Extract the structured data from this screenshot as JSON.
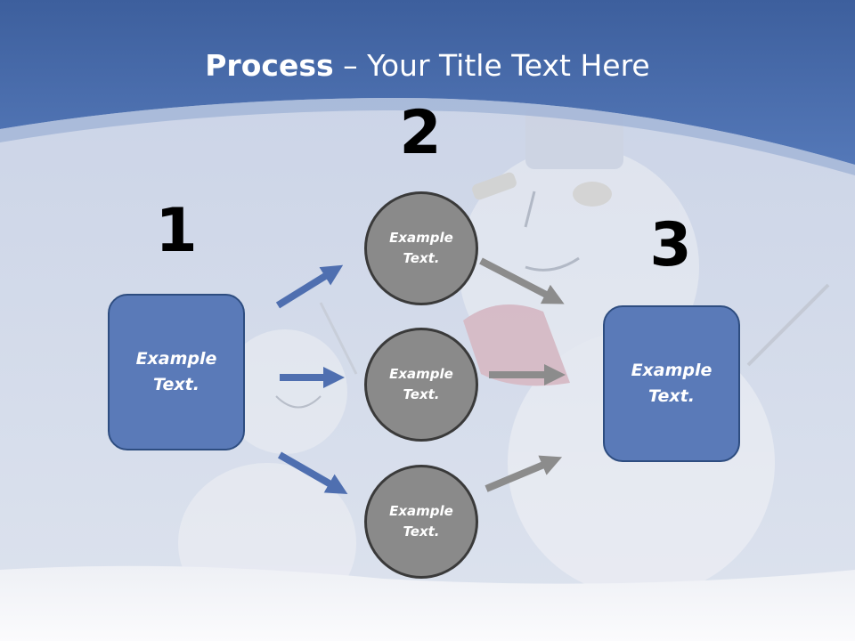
{
  "title": {
    "bold": "Process",
    "rest": " – Your Title Text Here"
  },
  "steps": {
    "one": "1",
    "two": "2",
    "three": "3"
  },
  "left_box": {
    "text": "Example\nText."
  },
  "right_box": {
    "text": "Example\nText."
  },
  "circles": [
    {
      "text": "Example\nText."
    },
    {
      "text": "Example\nText."
    },
    {
      "text": "Example\nText."
    }
  ],
  "colors": {
    "header": "#4a6fae",
    "box_fill": "#5a7ab8",
    "box_border": "#2e4d80",
    "circle_fill": "#8a8a8a",
    "blue_arrow": "#4f6fb0",
    "gray_arrow": "#8c8c8c"
  }
}
